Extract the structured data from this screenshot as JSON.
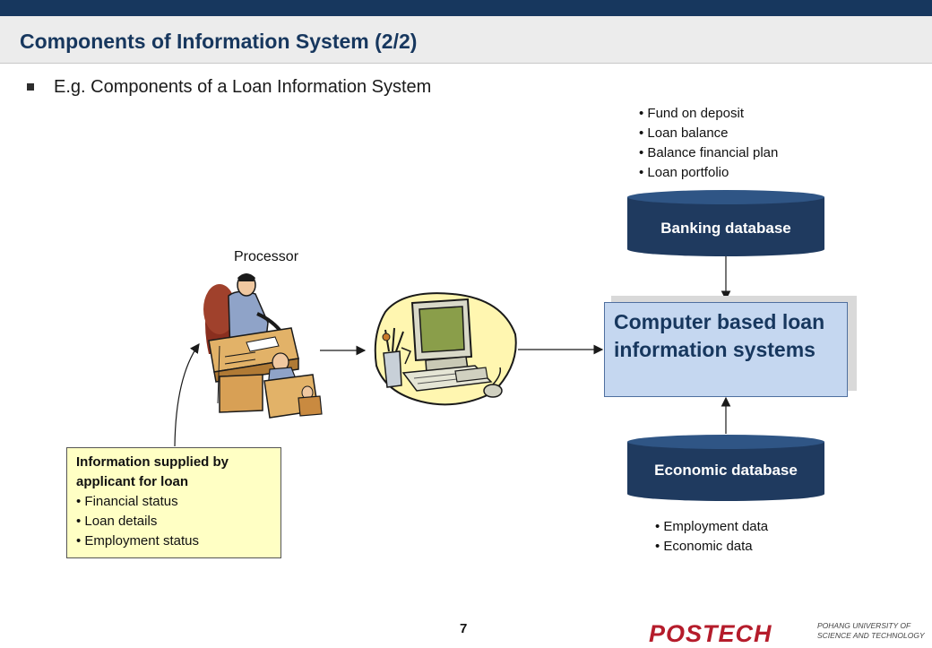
{
  "slide": {
    "title": "Components of Information System (2/2)",
    "subtitle": "E.g. Components of a Loan Information System",
    "page_number": "7"
  },
  "banking": {
    "label": "Banking database",
    "items": [
      "Fund on deposit",
      "Loan balance",
      "Balance financial plan",
      "Loan portfolio"
    ]
  },
  "economic": {
    "label": "Economic database",
    "items": [
      "Employment data",
      "Economic data"
    ]
  },
  "processor_label": "Processor",
  "main_system": "Computer based loan information systems",
  "applicant_info": {
    "title": "Information supplied by applicant for loan",
    "items": [
      "Financial status",
      "Loan details",
      "Employment status"
    ]
  },
  "logo": {
    "name": "POSTECH",
    "line1": "POHANG UNIVERSITY OF",
    "line2": "SCIENCE AND TECHNOLOGY"
  },
  "colors": {
    "navy": "#17375e",
    "database_fill": "#1f3a5f",
    "system_box": "#c5d7f0",
    "info_box": "#ffffc4",
    "logo_red": "#b51c2b"
  }
}
